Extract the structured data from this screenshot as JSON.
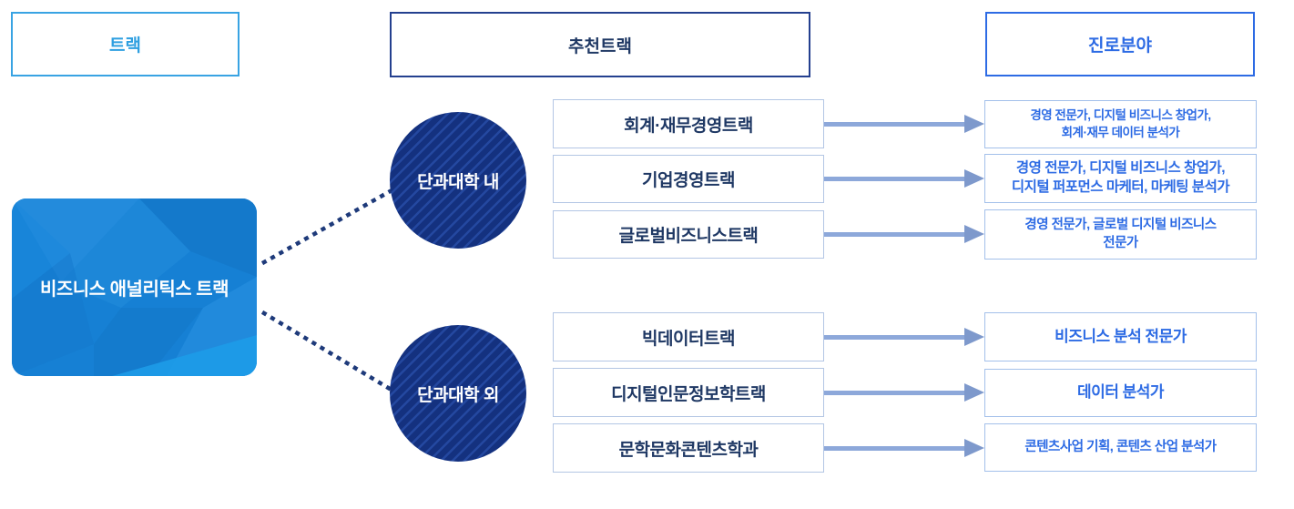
{
  "headers": {
    "track": "트랙",
    "recommended": "추천트랙",
    "career": "진로분야"
  },
  "main_track": {
    "label": "비즈니스 애널리틱스 트랙"
  },
  "groups": [
    {
      "label": "단과대학 내",
      "tracks": [
        {
          "name": "회계·재무경영트랙",
          "careers": [
            "경영 전문가, 디지털 비즈니스 창업가,",
            "회계·재무 데이터 분석가"
          ]
        },
        {
          "name": "기업경영트랙",
          "careers": [
            "경영 전문가, 디지털 비즈니스 창업가,",
            "디지털 퍼포먼스 마케터, 마케팅 분석가"
          ]
        },
        {
          "name": "글로벌비즈니스트랙",
          "careers": [
            "경영 전문가, 글로벌 디지털 비즈니스",
            "전문가"
          ]
        }
      ]
    },
    {
      "label": "단과대학 외",
      "tracks": [
        {
          "name": "빅데이터트랙",
          "careers": [
            "비즈니스 분석 전문가"
          ]
        },
        {
          "name": "디지털인문정보학트랙",
          "careers": [
            "데이터 분석가"
          ]
        },
        {
          "name": "문학문화콘텐츠학과",
          "careers": [
            "콘텐츠사업 기획, 콘텐츠 산업 분석가"
          ]
        }
      ]
    }
  ],
  "colors": {
    "sky_blue": "#2e9fe0",
    "navy": "#1f3864",
    "navy_border": "#24408f",
    "bright_blue": "#2d6be4",
    "circle_fill": "#14317f",
    "card_blue": "#1680d4",
    "card_cyan": "#1d9be8",
    "arrow": "#8da8da",
    "track_box_border": "#b3c6e4",
    "career_box_border": "#a3c0ea",
    "dotted_line": "#1e3a7a"
  }
}
